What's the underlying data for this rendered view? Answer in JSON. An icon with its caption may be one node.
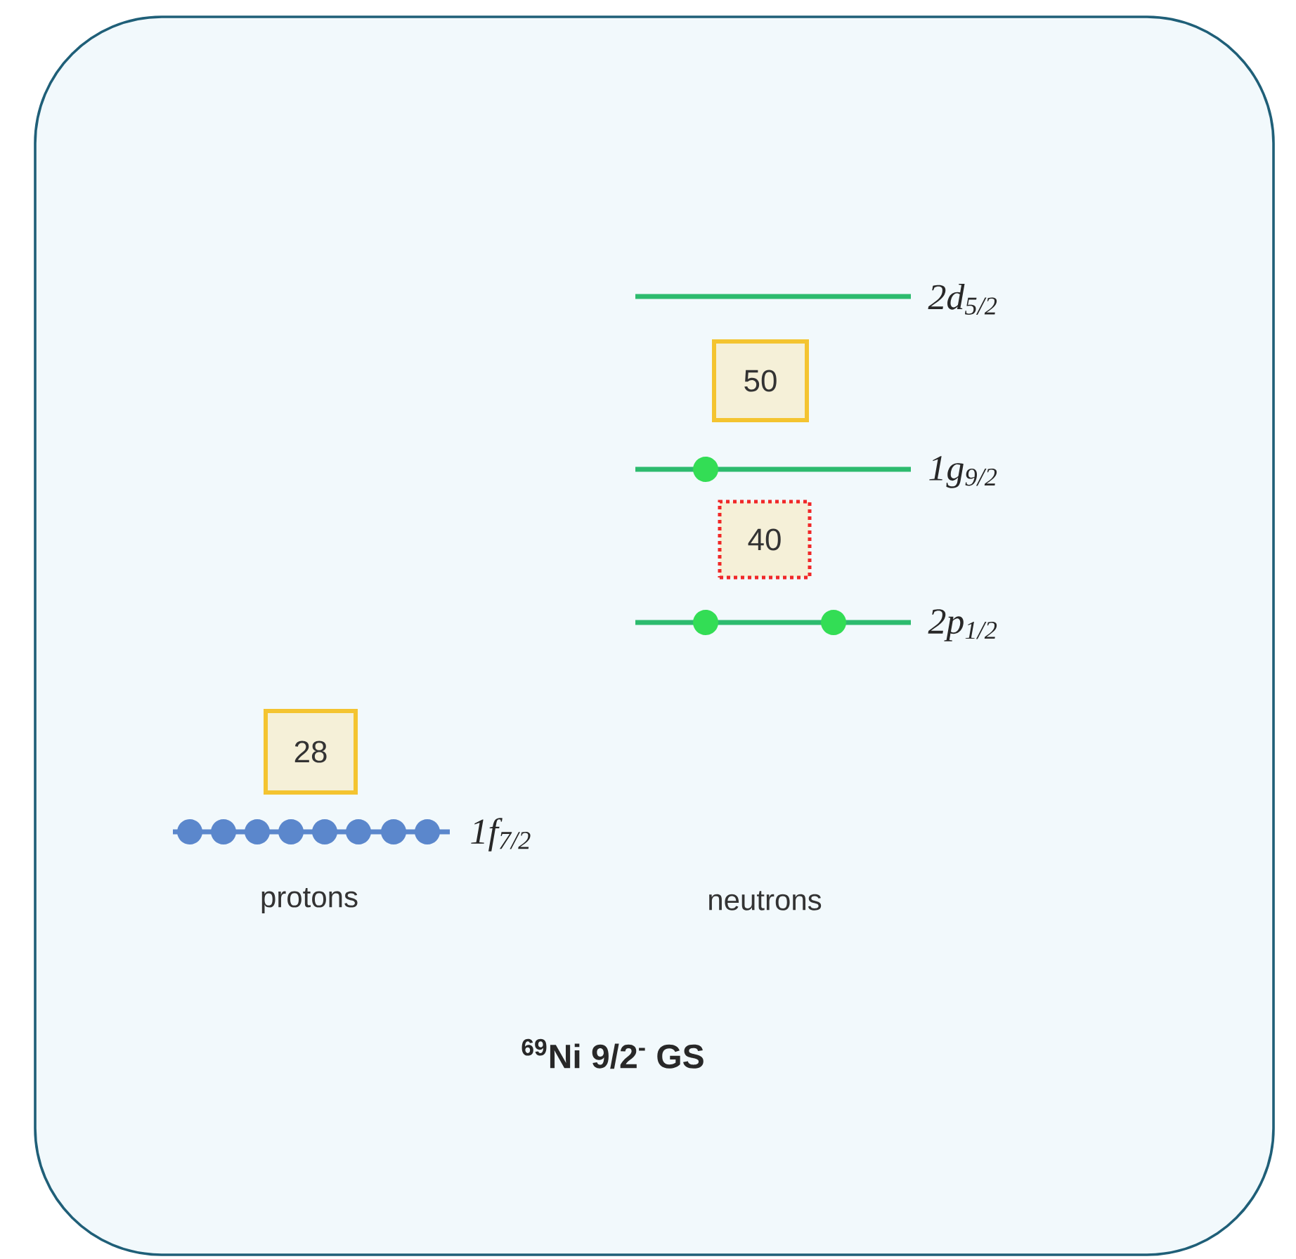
{
  "diagram": {
    "title": "$^{69}$Ni  9/2$^{-}$ GS",
    "nodes": [
      {
        "text": [
          "28"
        ]
      },
      {
        "text": [
          "50"
        ]
      },
      {
        "text": [
          "40"
        ]
      }
    ],
    "labels": [
      "2d$_{5/2}$",
      "1g$_{9/2}$",
      "2p$_{1/2}$",
      "1f$_{7/2}$",
      "protons",
      "neutrons"
    ]
  }
}
